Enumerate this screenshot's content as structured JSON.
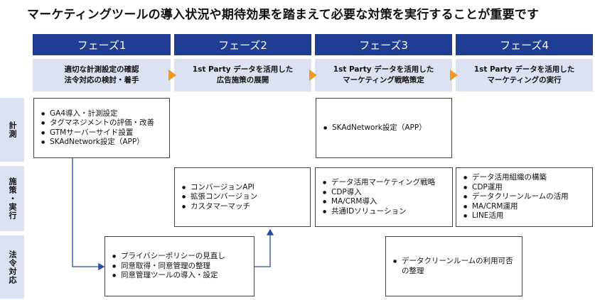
{
  "title": "マーケティングツールの導入状況や期待効果を踏まえて必要な対策を実行することが重要です",
  "phases": [
    {
      "label": "フェーズ1",
      "desc": [
        "適切な計測設定の確認",
        "法令対応の検討・着手"
      ]
    },
    {
      "label": "フェーズ2",
      "desc": [
        "1st Party データを活用した",
        "広告施策の展開"
      ]
    },
    {
      "label": "フェーズ3",
      "desc": [
        "1st Party データを活用した",
        "マーケティング戦略策定"
      ]
    },
    {
      "label": "フェーズ4",
      "desc": [
        "1st Party データを活用した",
        "マーケティングの実行"
      ]
    }
  ],
  "rows": [
    {
      "label": "計測"
    },
    {
      "label": "施策・実行"
    },
    {
      "label": "法令対応"
    }
  ],
  "boxes": {
    "measure_p1": [
      "GA4導入・計測設定",
      "タグマネジメントの評価・改善",
      "GTMサーバーサイド設置",
      "SKAdNetwork設定（APP）"
    ],
    "measure_p3": [
      "SKAdNetwork設定（APP）"
    ],
    "action_p2": [
      "コンバージョンAPI",
      "拡張コンバージョン",
      "カスタマーマッチ"
    ],
    "action_p3": [
      "データ活用マーケティング戦略",
      "CDP導入",
      "MA/CRM導入",
      "共通IDソリューション"
    ],
    "action_p4": [
      "データ活用組織の構築",
      "CDP運用",
      "データクリーンルームの活用",
      "MA/CRM運用",
      "LINE活用"
    ],
    "legal_p1": [
      "プライバシーポリシーの見直し",
      "同意取得・同意管理の整理",
      "同意管理ツールの導入・設定"
    ],
    "legal_p3": [
      "データクリーンルームの利用可否の整理"
    ]
  },
  "colors": {
    "phase_header": "#1f3d93",
    "phase_desc": "#dde2f2",
    "chevron": "#f19a22",
    "row_label": "#dde2f2",
    "connector": "#2b4aa0"
  }
}
